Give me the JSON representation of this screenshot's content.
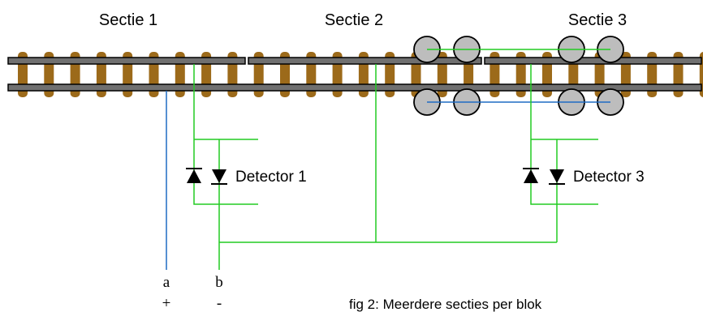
{
  "sections": {
    "s1": "Sectie 1",
    "s2": "Sectie 2",
    "s3": "Sectie 3"
  },
  "detectors": {
    "d1": "Detector 1",
    "d3": "Detector 3"
  },
  "terminals": {
    "a": "a",
    "b": "b",
    "plus": "+",
    "minus": "-"
  },
  "caption": "fig 2: Meerdere secties per blok",
  "colors": {
    "sleeper": "#9c6a1a",
    "rail": "#707070",
    "rail_outline": "#000000",
    "wheel": "#bdbdbd",
    "wire_green": "#22cc22",
    "wire_blue": "#1f6bc4",
    "diode": "#000000"
  }
}
